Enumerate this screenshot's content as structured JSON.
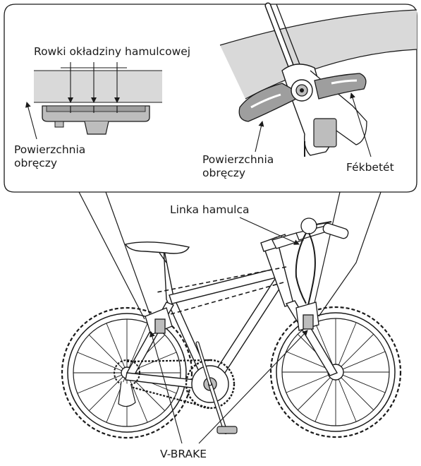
{
  "labels": {
    "groove_label": "Rowki okładziny hamulcowej",
    "rim_surface_left": [
      "Powierzchnia",
      "obręczy"
    ],
    "rim_surface_right": [
      "Powierzchnia",
      "obręczy"
    ],
    "brake_pad": "Fékbetét",
    "brake_cable": "Linka hamulca",
    "v_brake": "V-BRAKE"
  }
}
